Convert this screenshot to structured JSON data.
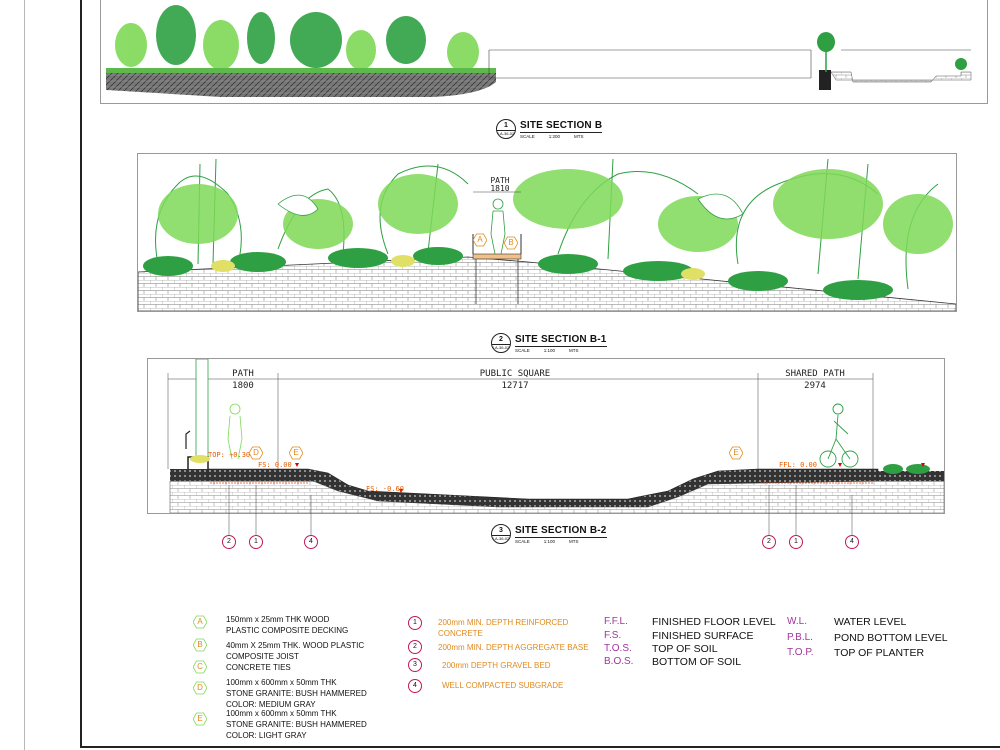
{
  "colors": {
    "tree_green": "#2ea043",
    "light_green": "#7ed957",
    "ground_gray": "#555555",
    "orange": "#e08a1e",
    "magenta": "#c2185b",
    "purple": "#a0349e"
  },
  "sections": [
    {
      "number": "1",
      "ref": "LA-36-02",
      "title": "SITE SECTION B",
      "scale_label": "SCALE",
      "scale": "1:200",
      "units": "MTS"
    },
    {
      "number": "2",
      "ref": "LA-36-02",
      "title": "SITE SECTION B-1",
      "scale_label": "SCALE",
      "scale": "1:100",
      "units": "MTS"
    },
    {
      "number": "3",
      "ref": "LA-36-02",
      "title": "SITE SECTION B-2",
      "scale_label": "SCALE",
      "scale": "1:100",
      "units": "MTS"
    }
  ],
  "section_b1": {
    "path_label": "PATH",
    "path_dim": "1810",
    "markers": [
      "A",
      "B"
    ]
  },
  "section_b2": {
    "dims": [
      {
        "label": "PATH",
        "value": "1800"
      },
      {
        "label": "PUBLIC SQUARE",
        "value": "12717"
      },
      {
        "label": "SHARED PATH",
        "value": "2974"
      }
    ],
    "levels": [
      "TOP: +0.30",
      "FS: 0.00",
      "FS: -0.60",
      "FFL: 0.00"
    ],
    "hex_markers": [
      "D",
      "E",
      "E"
    ],
    "layer_callouts_left": [
      "2",
      "1",
      "4"
    ],
    "layer_callouts_right": [
      "2",
      "1",
      "4"
    ]
  },
  "legend_materials": [
    {
      "key": "A",
      "lines": [
        "150mm x 25mm THK WOOD",
        "PLASTIC COMPOSITE DECKING"
      ]
    },
    {
      "key": "B",
      "lines": [
        "40mm X 25mm THK. WOOD PLASTIC",
        "COMPOSITE JOIST"
      ]
    },
    {
      "key": "C",
      "lines": [
        "CONCRETE TIES"
      ]
    },
    {
      "key": "D",
      "lines": [
        "100mm x 600mm x 50mm THK",
        "STONE GRANITE: BUSH HAMMERED",
        "COLOR: MEDIUM GRAY"
      ]
    },
    {
      "key": "E",
      "lines": [
        "100mm x 600mm x 50mm THK",
        "STONE GRANITE: BUSH HAMMERED",
        "COLOR: LIGHT GRAY"
      ]
    }
  ],
  "legend_layers": [
    {
      "key": "1",
      "lines": [
        "200mm MIN. DEPTH REINFORCED",
        "CONCRETE"
      ]
    },
    {
      "key": "2",
      "lines": [
        "200mm MIN. DEPTH AGGREGATE BASE"
      ]
    },
    {
      "key": "3",
      "lines": [
        "200mm DEPTH GRAVEL BED"
      ]
    },
    {
      "key": "4",
      "lines": [
        "WELL COMPACTED SUBGRADE"
      ]
    }
  ],
  "abbreviations_left": [
    {
      "abbr": "F.F.L.",
      "meaning": "FINISHED FLOOR LEVEL"
    },
    {
      "abbr": "F.S.",
      "meaning": "FINISHED SURFACE"
    },
    {
      "abbr": "T.O.S.",
      "meaning": "TOP OF SOIL"
    },
    {
      "abbr": "B.O.S.",
      "meaning": "BOTTOM OF SOIL"
    }
  ],
  "abbreviations_right": [
    {
      "abbr": "W.L.",
      "meaning": "WATER LEVEL"
    },
    {
      "abbr": "P.B.L.",
      "meaning": "POND BOTTOM LEVEL"
    },
    {
      "abbr": "T.O.P.",
      "meaning": "TOP OF PLANTER"
    }
  ]
}
